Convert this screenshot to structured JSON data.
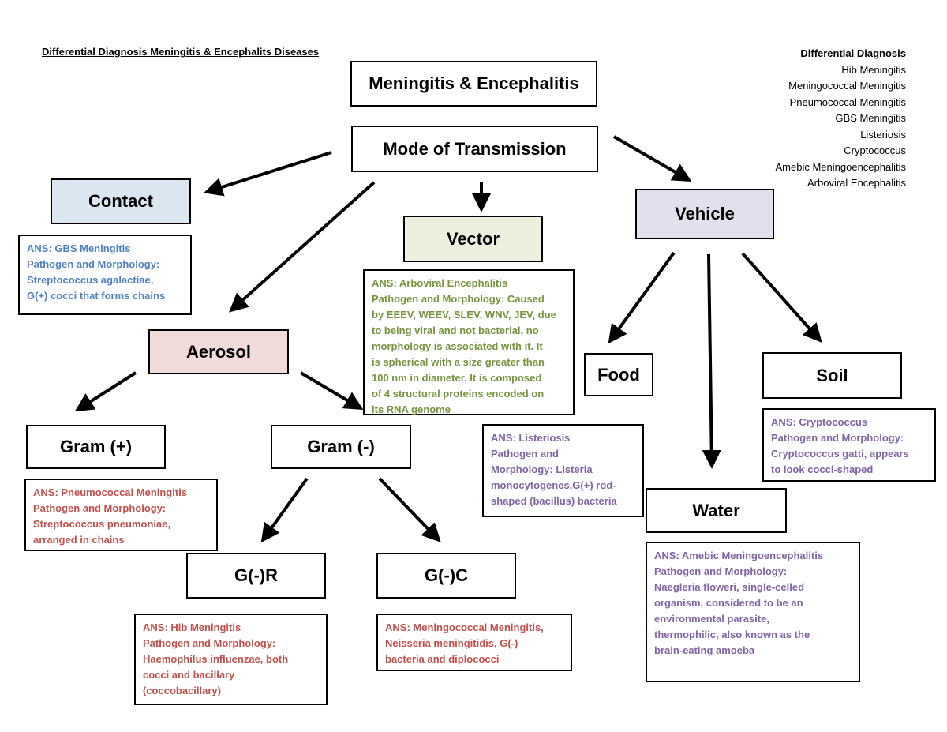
{
  "header": {
    "title": "Differential Diagnosis Meningitis & Encephalits Diseases"
  },
  "differential": {
    "heading": "Differential Diagnosis",
    "items": [
      "Hib Meningitis",
      "Meningococcal Meningitis",
      "Pneumococcal Meningitis",
      "GBS Meningitis",
      "Listeriosis",
      "Cryptococcus",
      "Amebic Meningoencephalitis",
      "Arboviral Encephalitis"
    ]
  },
  "nodes": {
    "root": "Meningitis & Encephalitis",
    "mode": "Mode of Transmission",
    "contact": "Contact",
    "vector": "Vector",
    "vehicle": "Vehicle",
    "aerosol": "Aerosol",
    "gram_pos": "Gram (+)",
    "gram_neg": "Gram (-)",
    "gnr": "G(-)R",
    "gnc": "G(-)C",
    "food": "Food",
    "soil": "Soil",
    "water": "Water"
  },
  "answers": {
    "contact": [
      "ANS:  GBS Meningitis",
      "Pathogen and Morphology:",
      "Streptococcus agalactiae,",
      "G(+) cocci that forms chains"
    ],
    "vector": [
      "ANS:  Arboviral Encephalitis",
      "Pathogen and Morphology: Caused",
      "by EEEV, WEEV, SLEV, WNV, JEV, due",
      "to being viral and not bacterial, no",
      "morphology is associated with it. It",
      "is spherical with a size greater than",
      "100 nm in diameter. It is composed",
      "of 4 structural proteins encoded on",
      "its RNA genome"
    ],
    "gram_pos": [
      "ANS:  Pneumococcal Meningitis",
      "Pathogen and Morphology:",
      "Streptococcus pneumoniae,",
      "arranged in chains"
    ],
    "gnr": [
      "ANS:  Hib Meningitis",
      "Pathogen and Morphology:",
      "Haemophilus influenzae, both",
      "cocci and bacillary",
      "(coccobacillary)"
    ],
    "gnc": [
      "ANS:  Meningococcal Meningitis,",
      "Neisseria meningitidis, G(-)",
      "bacteria and diplococci"
    ],
    "food": [
      "ANS:  Listeriosis",
      "Pathogen and",
      "Morphology: Listeria",
      "monocytogenes,G(+) rod-",
      "shaped (bacillus) bacteria"
    ],
    "soil": [
      "ANS:  Cryptococcus",
      "Pathogen and Morphology:",
      "Cryptococcus gatti, appears",
      "to look cocci-shaped"
    ],
    "water": [
      "ANS:  Amebic Meningoencephalitis",
      "Pathogen and Morphology:",
      "Naegleria floweri, single-celled",
      "organism, considered to be an",
      "environmental parasite,",
      "thermophilic, also known as the",
      "brain-eating amoeba"
    ]
  },
  "colors": {
    "contact_fill": "#dce6f1",
    "contact_text": "#4f81bd",
    "vector_fill": "#ebf1de",
    "vector_text": "#77933c",
    "vehicle_fill": "#e4dfec",
    "vehicle_text": "#8064a2",
    "aerosol_fill": "#f2dcdb",
    "aerosol_text": "#c0504d"
  }
}
